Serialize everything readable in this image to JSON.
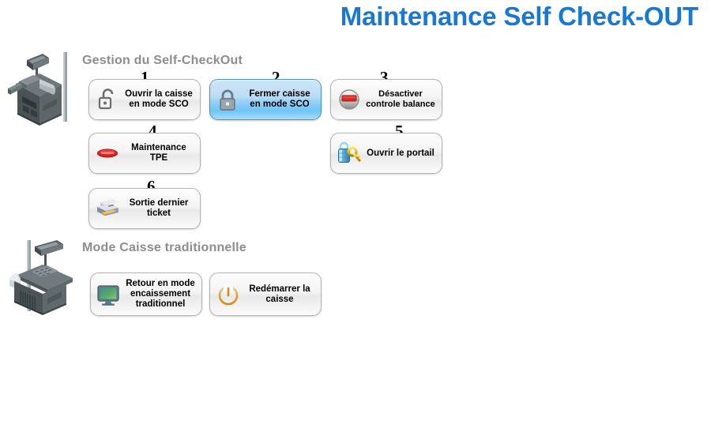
{
  "page": {
    "title": "Maintenance Self Check-OUT",
    "title_color": "#1878d2",
    "background_color": "#ffffff"
  },
  "sections": [
    {
      "id": "sco",
      "heading": "Gestion du Self-CheckOut",
      "heading_color": "#8d8d8d",
      "illustration_name": "self-checkout-kiosk-illustration"
    },
    {
      "id": "traditional",
      "heading": "Mode Caisse traditionnelle",
      "heading_color": "#8d8d8d",
      "illustration_name": "traditional-checkout-counter-illustration"
    }
  ],
  "buttons": [
    {
      "number": "1",
      "label": "Ouvrir la caisse\nen mode SCO",
      "icon": "padlock-open-icon",
      "selected": false
    },
    {
      "number": "2",
      "label": "Fermer caisse\nen mode SCO",
      "icon": "padlock-closed-icon",
      "selected": true,
      "selected_color": "#6ec4f7"
    },
    {
      "number": "3",
      "label": "Désactiver\ncontrole balance",
      "icon": "scale-balance-icon",
      "selected": false
    },
    {
      "number": "4",
      "label": "Maintenance\nTPE",
      "icon": "card-reader-icon",
      "selected": false
    },
    {
      "number": "5",
      "label": "Ouvrir le portail",
      "icon": "padlock-key-icon",
      "selected": false
    },
    {
      "number": "6",
      "label": "Sortie dernier\nticket",
      "icon": "printer-icon",
      "selected": false
    }
  ],
  "traditional_buttons": [
    {
      "label": "Retour en mode\nencaissement\ntraditionnel",
      "icon": "monitor-icon",
      "selected": false
    },
    {
      "label": "Redémarrer la\ncaisse",
      "icon": "power-icon",
      "selected": false
    }
  ]
}
